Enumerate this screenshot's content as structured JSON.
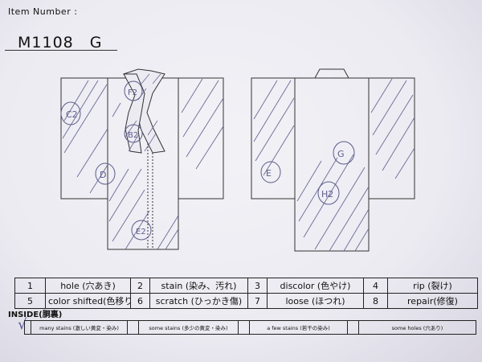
{
  "header": {
    "item_label": "Item Number :",
    "item_value": "M1108　G"
  },
  "front_marks": [
    "C2",
    "F2",
    "B2",
    "D",
    "E2"
  ],
  "back_marks": [
    "E",
    "G",
    "H2"
  ],
  "legend": [
    {
      "num": "1",
      "label": "hole (穴あき)"
    },
    {
      "num": "2",
      "label": "stain (染み、汚れ)"
    },
    {
      "num": "3",
      "label": "discolor (色やけ)"
    },
    {
      "num": "4",
      "label": "rip (裂け)"
    },
    {
      "num": "5",
      "label": "color shifted(色移り)"
    },
    {
      "num": "6",
      "label": "scratch (ひっかき傷)"
    },
    {
      "num": "7",
      "label": "loose (ほつれ)"
    },
    {
      "num": "8",
      "label": "repair(修復)"
    }
  ],
  "inside": {
    "title": "INSIDE(胴裏)",
    "check": "√",
    "items": [
      "many stains (激しい黄変・染み)",
      "some stains (多少の黄変・染み)",
      "a few stains (若干の染み)",
      "some holes (穴あり)"
    ]
  },
  "colors": {
    "ink": "#222222",
    "pencil": "#5c5c8c",
    "paper": "#ecebf2"
  }
}
